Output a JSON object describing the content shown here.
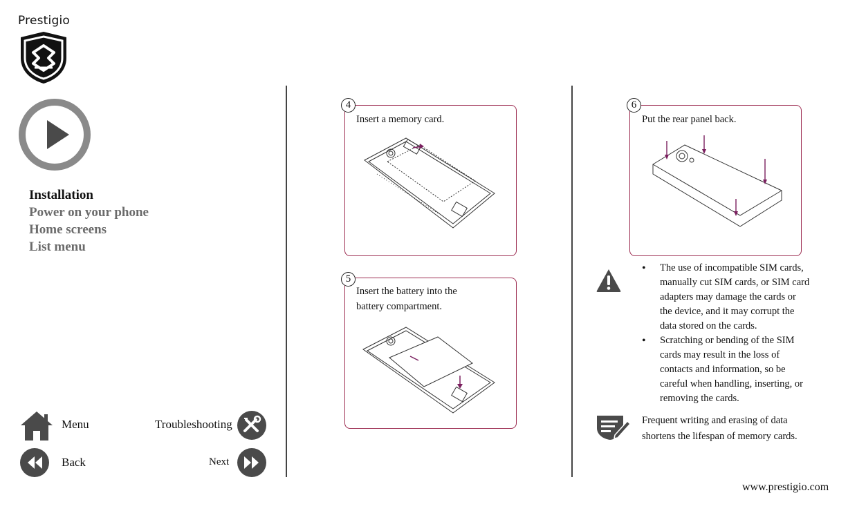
{
  "brand": {
    "name": "Prestigio",
    "url": "www.prestigio.com"
  },
  "toc": {
    "items": [
      {
        "label": "Installation",
        "active": true
      },
      {
        "label": "Power on your phone",
        "active": false
      },
      {
        "label": "Home screens",
        "active": false
      },
      {
        "label": "List menu",
        "active": false
      }
    ]
  },
  "nav": {
    "menu_label": "Menu",
    "troubleshooting_label": "Troubleshooting",
    "back_label": "Back",
    "next_label": "Next"
  },
  "steps": [
    {
      "number": "4",
      "text": "Insert a memory card."
    },
    {
      "number": "5",
      "text_line1": "Insert the battery into the",
      "text_line2": "battery compartment."
    },
    {
      "number": "6",
      "text": "Put the rear panel back."
    }
  ],
  "warning": {
    "icon": "warning-triangle-icon",
    "bullets": [
      {
        "lines": [
          "The use of incompatible SIM cards,",
          "manually cut SIM cards, or SIM card",
          "adapters may damage the cards or",
          "the device, and it may corrupt the",
          "data stored on the cards."
        ]
      },
      {
        "lines": [
          "Scratching or bending of the SIM",
          "cards may result in the loss of",
          "contacts and information, so be",
          "careful when handling, inserting, or",
          "removing the cards."
        ]
      }
    ]
  },
  "note": {
    "icon": "note-pencil-icon",
    "line1": "Frequent writing and erasing of data",
    "line2": "shortens the lifespan of memory cards."
  },
  "colors": {
    "accent_frame": "#9c2b50",
    "arrow": "#7a1e5e",
    "icon_gray": "#4a4a4a",
    "play_gray": "#8a8a8a"
  }
}
